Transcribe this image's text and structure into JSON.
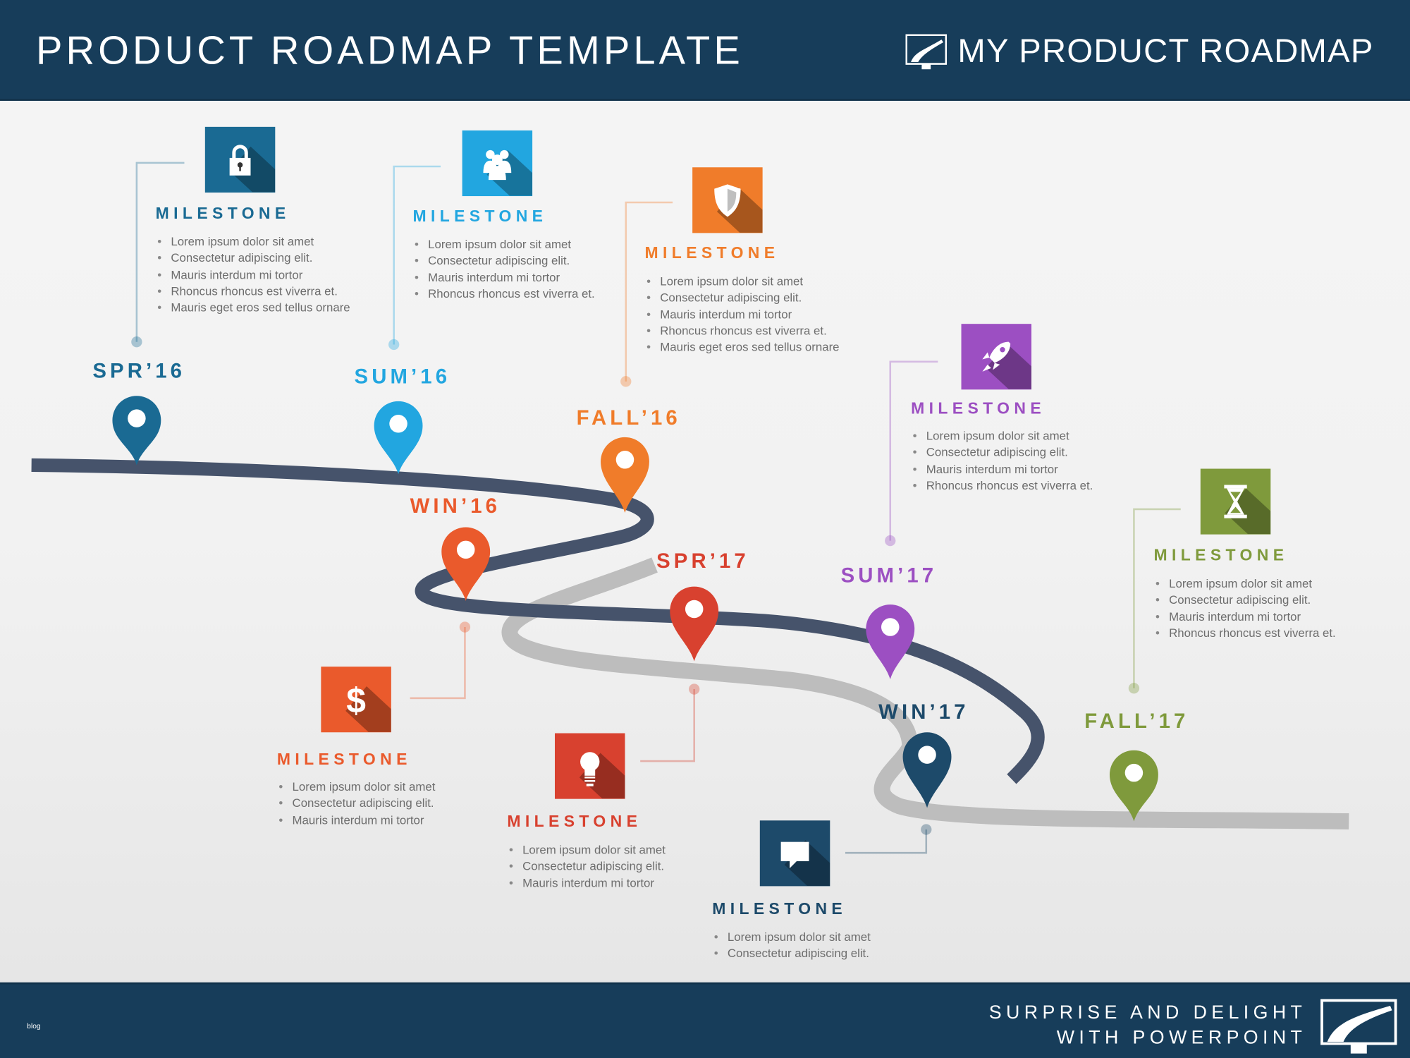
{
  "header": {
    "title": "PRODUCT  ROADMAP TEMPLATE",
    "brand": "MY PRODUCT  ROADMAP"
  },
  "footer": {
    "line1": "SURPRISE AND DELIGHT",
    "line2": "WITH POWERPOINT",
    "blog": "blog"
  },
  "colors": {
    "header_bg": "#173d5a",
    "road_main": "#46536b",
    "road_secondary": "#bdbdbd"
  },
  "milestones": [
    {
      "label": "SPR’16",
      "color": "#1a6a93",
      "heading": "MILESTONE",
      "icon": "lock-icon",
      "bullets": [
        "Lorem ipsum dolor sit amet",
        "Consectetur  adipiscing elit.",
        "Mauris interdum mi tortor",
        "Rhoncus  rhoncus est viverra et.",
        "Mauris eget  eros sed tellus ornare"
      ]
    },
    {
      "label": "SUM’16",
      "color": "#22a6e0",
      "heading": "MILESTONE",
      "icon": "people-icon",
      "bullets": [
        "Lorem ipsum dolor sit amet",
        "Consectetur  adipiscing elit.",
        "Mauris interdum mi tortor",
        "Rhoncus  rhoncus est viverra et."
      ]
    },
    {
      "label": "FALL’16",
      "color": "#f07c2a",
      "heading": "MILESTONE",
      "icon": "shield-icon",
      "bullets": [
        "Lorem ipsum dolor sit amet",
        "Consectetur  adipiscing elit.",
        "Mauris interdum mi tortor",
        "Rhoncus  rhoncus est viverra et.",
        "Mauris eget  eros sed tellus ornare"
      ]
    },
    {
      "label": "WIN’16",
      "color": "#ea5a2c",
      "heading": "MILESTONE",
      "icon": "dollar-icon",
      "bullets": [
        "Lorem ipsum dolor sit amet",
        "Consectetur  adipiscing elit.",
        "Mauris interdum mi tortor"
      ]
    },
    {
      "label": "SPR’17",
      "color": "#d8412f",
      "heading": "MILESTONE",
      "icon": "lightbulb-icon",
      "bullets": [
        "Lorem ipsum dolor sit amet",
        "Consectetur  adipiscing elit.",
        "Mauris interdum mi tortor"
      ]
    },
    {
      "label": "SUM’17",
      "color": "#9c4fc2",
      "heading": "MILESTONE",
      "icon": "rocket-icon",
      "bullets": [
        "Lorem ipsum dolor sit amet",
        "Consectetur  adipiscing elit.",
        "Mauris interdum mi tortor",
        "Rhoncus  rhoncus est viverra et."
      ]
    },
    {
      "label": "WIN’17",
      "color": "#1d4a6a",
      "heading": "MILESTONE",
      "icon": "chat-icon",
      "bullets": [
        "Lorem ipsum dolor sit amet",
        "Consectetur  adipiscing elit."
      ]
    },
    {
      "label": "FALL’17",
      "color": "#7f9a3c",
      "heading": "MILESTONE",
      "icon": "hourglass-icon",
      "bullets": [
        "Lorem ipsum dolor sit amet",
        "Consectetur  adipiscing elit.",
        "Mauris interdum mi tortor",
        "Rhoncus  rhoncus est viverra et."
      ]
    }
  ]
}
